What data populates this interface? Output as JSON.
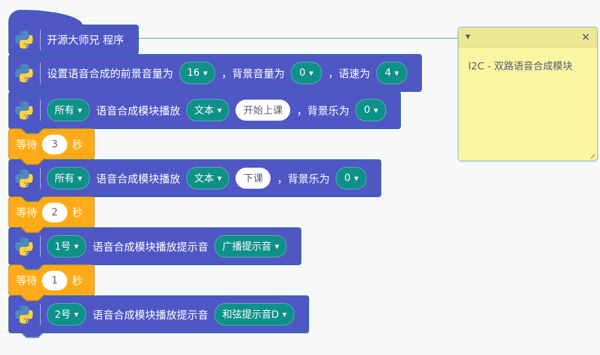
{
  "icons": {
    "caret": "▼",
    "collapse": "▼",
    "close": "✕"
  },
  "colors": {
    "block_purple": "#4F57C5",
    "dropdown_teal": "#0E9189",
    "wait_orange": "#FFAB19",
    "comment_fill": "#FBF4A0",
    "comment_border": "#74C0DD",
    "dark_text": "#575E75"
  },
  "blocks": {
    "hat": {
      "label": "开源大师兄 程序"
    },
    "set_volume": {
      "label_prefix": "设置语音合成的前景音量为",
      "foreground_volume": "16",
      "label_background": "，背景音量为",
      "background_volume": "0",
      "label_speed": "，语速为",
      "speed": "4"
    },
    "play_text_1": {
      "target": "所有",
      "label_play": "语音合成模块播放",
      "mode": "文本",
      "text_value": "开始上课",
      "label_bgm": "，背景乐为",
      "bgm": "0"
    },
    "wait_1": {
      "label_wait": "等待",
      "seconds": "3",
      "label_unit": "秒"
    },
    "play_text_2": {
      "target": "所有",
      "label_play": "语音合成模块播放",
      "mode": "文本",
      "text_value": "下课",
      "label_bgm": "，背景乐为",
      "bgm": "0"
    },
    "wait_2": {
      "label_wait": "等待",
      "seconds": "2",
      "label_unit": "秒"
    },
    "play_tone_1": {
      "target": "1号",
      "label_play": "语音合成模块播放提示音",
      "tone": "广播提示音"
    },
    "wait_3": {
      "label_wait": "等待",
      "seconds": "1",
      "label_unit": "秒"
    },
    "play_tone_2": {
      "target": "2号",
      "label_play": "语音合成模块播放提示音",
      "tone": "和弦提示音D"
    }
  },
  "comment": {
    "text": "I2C - 双路语音合成模块"
  }
}
